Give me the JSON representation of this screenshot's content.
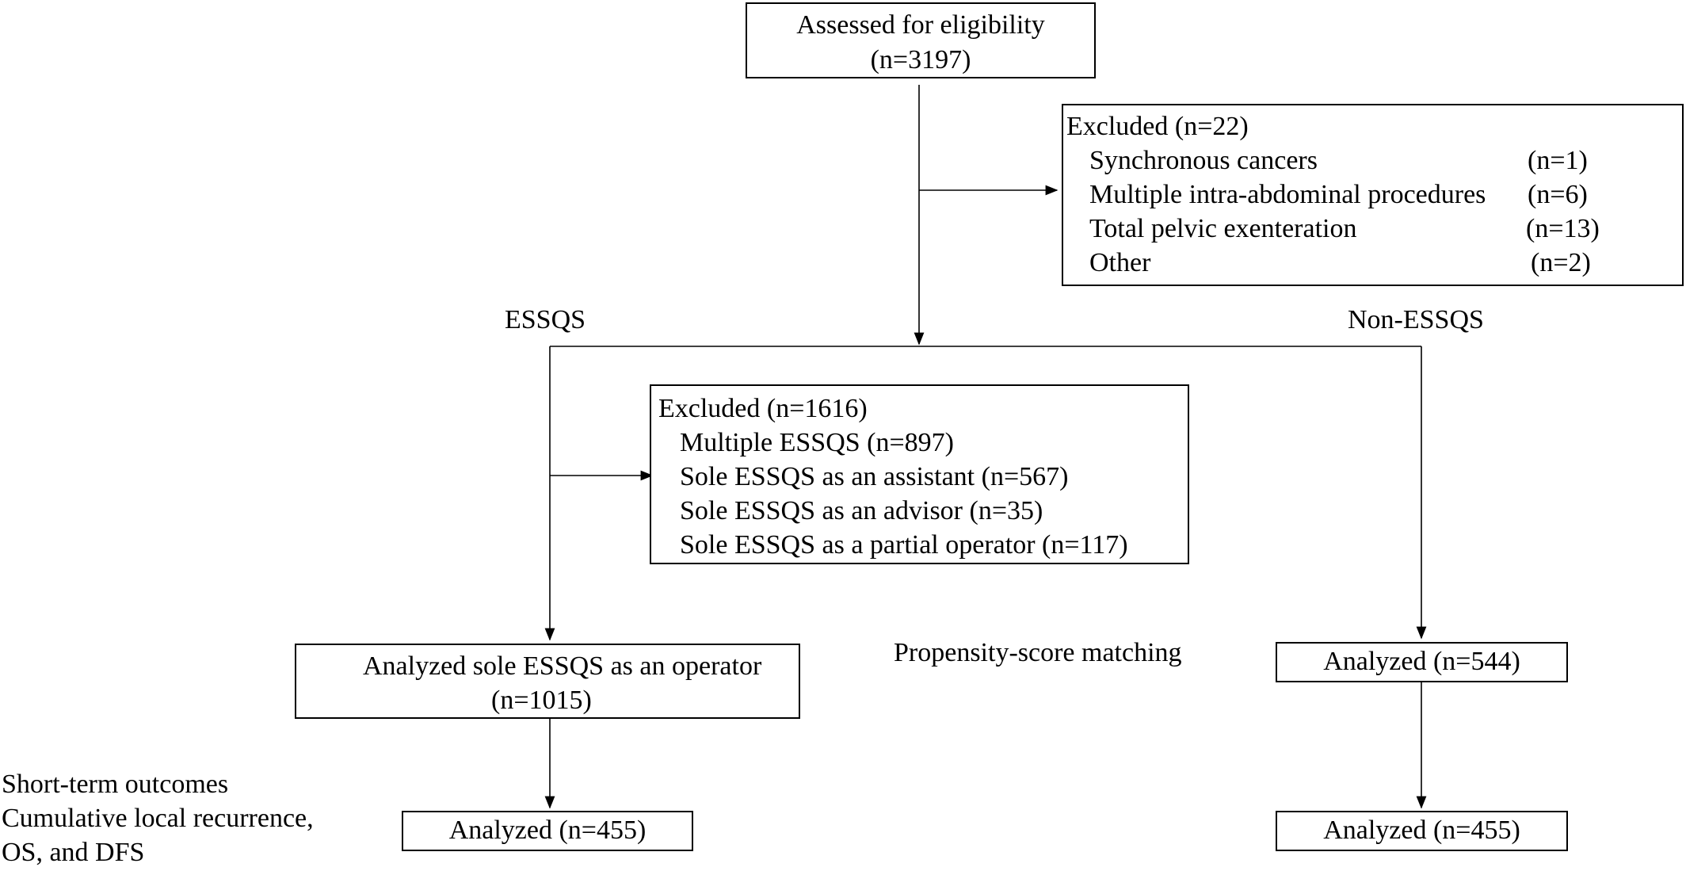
{
  "assessed": {
    "title": "Assessed for eligibility",
    "n": "(n=3197)"
  },
  "excluded_first": {
    "title": "Excluded (n=22)",
    "items": [
      {
        "label": "Synchronous cancers",
        "n": "(n=1)"
      },
      {
        "label": "Multiple intra-abdominal procedures",
        "n": "(n=6)"
      },
      {
        "label": "Total pelvic exenteration",
        "n": "(n=13)"
      },
      {
        "label": "Other",
        "n": "(n=2)"
      }
    ]
  },
  "groups": {
    "essqs": "ESSQS",
    "non_essqs": "Non-ESSQS"
  },
  "excluded_second": {
    "title": "Excluded (n=1616)",
    "items": [
      "Multiple ESSQS (n=897)",
      "Sole ESSQS as an assistant (n=567)",
      "Sole ESSQS as an advisor (n=35)",
      "Sole ESSQS as a partial operator (n=117)"
    ]
  },
  "analyzed_essqs": {
    "line1": "Analyzed sole ESSQS as an operator",
    "line2": "(n=1015)"
  },
  "propensity": "Propensity-score matching",
  "analyzed_non_essqs": "Analyzed (n=544)",
  "outcomes": [
    "Short-term outcomes",
    "Cumulative local recurrence,",
    "OS, and DFS"
  ],
  "matched_essqs": "Analyzed (n=455)",
  "matched_non_essqs": "Analyzed (n=455)"
}
